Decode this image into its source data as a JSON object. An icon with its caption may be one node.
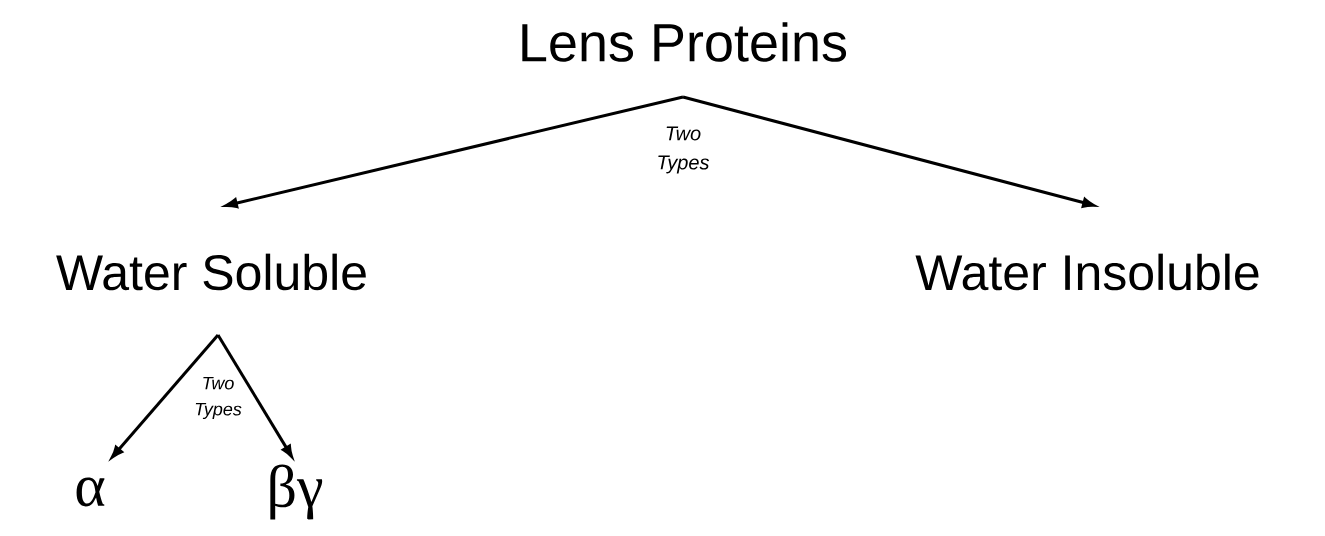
{
  "diagram": {
    "nodes": [
      {
        "text": [
          "Lens Proteins"
        ]
      },
      {
        "text": [
          "Water Soluble"
        ]
      },
      {
        "text": [
          "Water Insoluble"
        ]
      },
      {
        "text": [
          "α"
        ]
      },
      {
        "text": [
          "βγ"
        ]
      }
    ],
    "edges": [
      {
        "from": 0,
        "to": 1,
        "arrow": "to"
      },
      {
        "from": 0,
        "to": 2,
        "arrow": "to"
      },
      {
        "from": 1,
        "to": 3,
        "arrow": "to"
      },
      {
        "from": 1,
        "to": 4,
        "arrow": "to"
      }
    ],
    "labels": [
      "Two Types",
      "Two Types"
    ]
  }
}
